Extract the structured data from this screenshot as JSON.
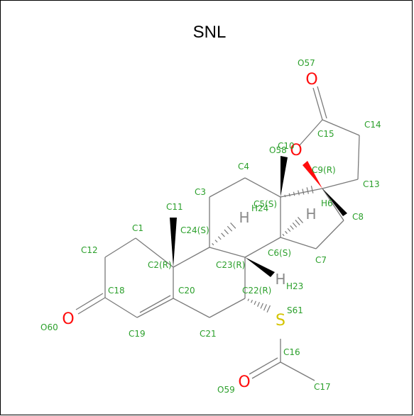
{
  "title": "SNL",
  "colors": {
    "bond": "#7a7a7a",
    "carbon_label": "#2ca02c",
    "oxygen": "#ff0d0d",
    "sulfur": "#d4c400",
    "hydrogen": "#8a8a8a",
    "wedge": "#000000"
  },
  "atom_labels": [
    "O57",
    "C15",
    "C14",
    "C10",
    "O58",
    "C9(R)",
    "C13",
    "C4",
    "C3",
    "C5(S)",
    "H24",
    "H6",
    "C8",
    "C11",
    "C1",
    "C24(S)",
    "C12",
    "C2(R)",
    "C6(S)",
    "C7",
    "C23(R)",
    "C18",
    "C20",
    "C22(R)",
    "H23",
    "S61",
    "O60",
    "C19",
    "C21",
    "C16",
    "O59",
    "C17"
  ],
  "element_glyphs": {
    "o_carbonyl_top": "O",
    "o_ring": "O",
    "o_left": "O",
    "o_thioester": "O",
    "sulfur": "S",
    "h_c5": "H",
    "h_c6": "H",
    "h_c23": "H"
  }
}
